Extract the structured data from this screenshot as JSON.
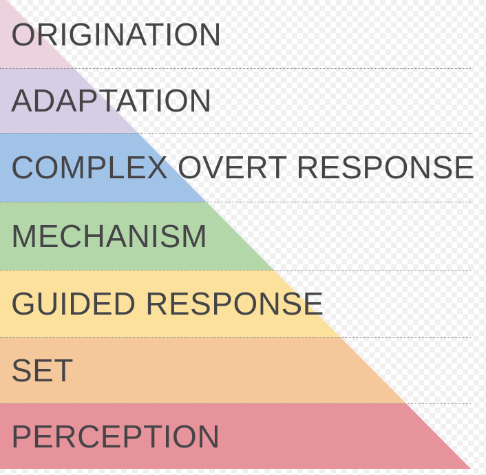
{
  "diagram": {
    "levels": [
      {
        "label": "ORIGINATION",
        "color": "#ecd2dc"
      },
      {
        "label": "ADAPTATION",
        "color": "#d6cee4"
      },
      {
        "label": "COMPLEX OVERT RESPONSE",
        "color": "#a1c3e8"
      },
      {
        "label": "MECHANISM",
        "color": "#b4d7aa"
      },
      {
        "label": "GUIDED RESPONSE",
        "color": "#fbe19c"
      },
      {
        "label": "SET",
        "color": "#f5c89b"
      },
      {
        "label": "PERCEPTION",
        "color": "#e6939b"
      }
    ],
    "text_color": "#454548",
    "divider_color": "#8a8a8a",
    "background": {
      "checker_light": "#ffffff",
      "checker_dark": "#f0f0f0"
    }
  }
}
